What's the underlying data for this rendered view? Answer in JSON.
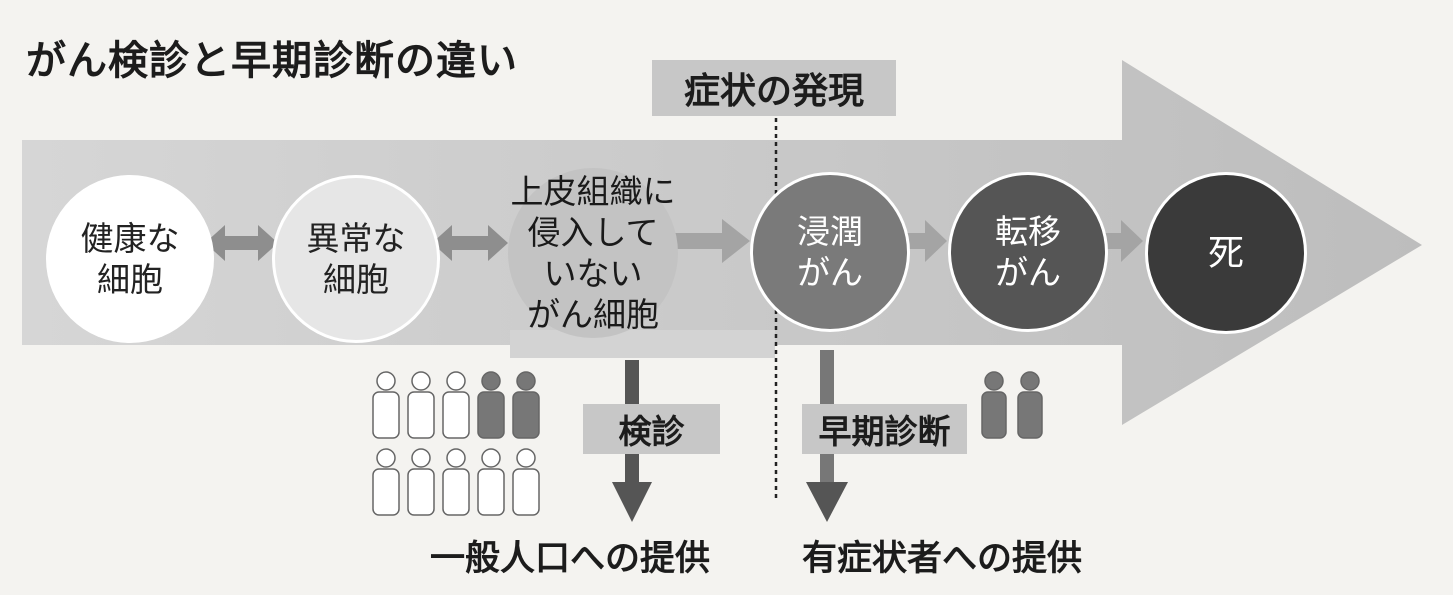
{
  "title": "がん検診と早期診断の違い",
  "symptom_label": "症状の発現",
  "stages": [
    {
      "label": "健康な\n細胞"
    },
    {
      "label": "異常な\n細胞"
    },
    {
      "label": "上皮組織に\n侵入して\nいない\nがん細胞"
    },
    {
      "label": "浸潤\nがん"
    },
    {
      "label": "転移\nがん"
    },
    {
      "label": "死"
    }
  ],
  "screening_label": "検診",
  "early_diagnosis_label": "早期診断",
  "screening_target": "一般人口への提供",
  "early_diagnosis_target": "有症状者への提供",
  "colors": {
    "arrow_band": "#c9c9c9",
    "arrow_head": "#c2c2c2",
    "connector_arrow": "#9a9a9a",
    "down_arrow": "#555555"
  }
}
